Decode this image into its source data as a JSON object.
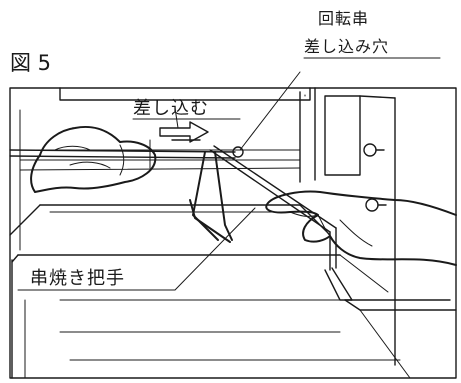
{
  "figure": {
    "number": "図 5",
    "labels": {
      "spit_hole_line1": "回転串",
      "spit_hole_line2": "差し込み穴",
      "insert": "差し込む",
      "handle": "串焼き把手"
    }
  }
}
